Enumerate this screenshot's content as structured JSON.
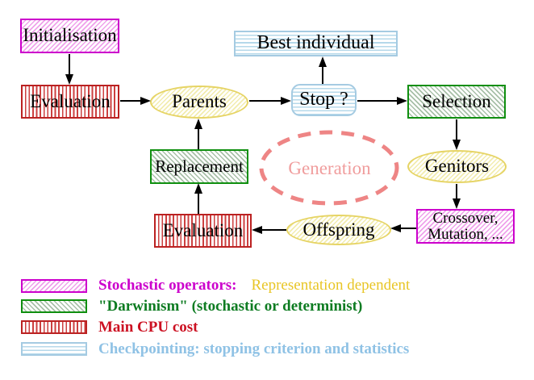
{
  "diagram": {
    "nodes": {
      "initialisation": "Initialisation",
      "evaluation_top": "Evaluation",
      "parents": "Parents",
      "best_individual": "Best individual",
      "stop": "Stop ?",
      "selection": "Selection",
      "genitors": "Genitors",
      "crossover_line1": "Crossover,",
      "crossover_line2": "Mutation, ...",
      "offspring": "Offspring",
      "evaluation_bottom": "Evaluation",
      "replacement": "Replacement",
      "generation": "Generation"
    },
    "colors": {
      "stochastic_magenta": "#cc00cc",
      "darwinism_green": "#0f8f0f",
      "cpu_red": "#cc1122",
      "checkpoint_blue": "#a5cbe2",
      "yellow_node_border": "#e6d465",
      "generation_salmon": "#ee8585",
      "representation_gold": "#e8c525"
    }
  },
  "legend": {
    "items": [
      {
        "label": "Stochastic operators:",
        "label2": "Representation dependent"
      },
      {
        "label": "\"Darwinism\" (stochastic or determinist)"
      },
      {
        "label": "Main CPU cost"
      },
      {
        "label": "Checkpointing: stopping criterion and statistics"
      }
    ]
  }
}
